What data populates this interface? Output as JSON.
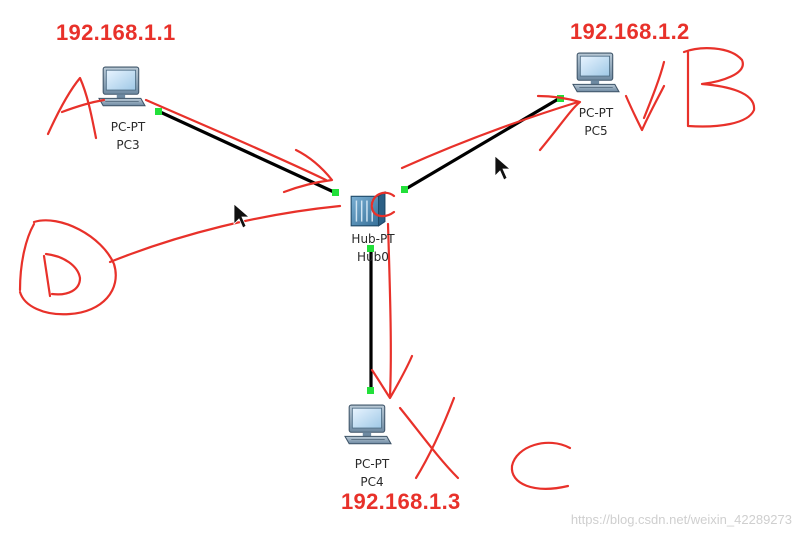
{
  "devices": {
    "pc3": {
      "type_label": "PC-PT",
      "name": "PC3",
      "ip": "192.168.1.1"
    },
    "pc5": {
      "type_label": "PC-PT",
      "name": "PC5",
      "ip": "192.168.1.2"
    },
    "pc4": {
      "type_label": "PC-PT",
      "name": "PC4",
      "ip": "192.168.1.3"
    },
    "hub0": {
      "type_label": "Hub-PT",
      "name": "Hub0"
    }
  },
  "links": [
    {
      "from": "pc3",
      "to": "hub0",
      "status": "up"
    },
    {
      "from": "pc5",
      "to": "hub0",
      "status": "up"
    },
    {
      "from": "pc4",
      "to": "hub0",
      "status": "up"
    }
  ],
  "colors": {
    "link": "#000000",
    "port_up": "#22e03a",
    "annotation": "#e8312a",
    "ip_text": "#e8312a",
    "device_body": "#5a8fb0"
  },
  "watermark": "https://blog.csdn.net/weixin_42289273"
}
